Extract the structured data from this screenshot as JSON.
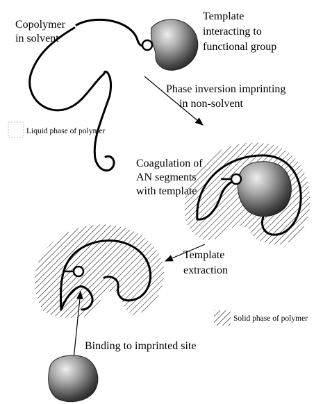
{
  "labels": {
    "copolymer_line1": "Copolymer",
    "copolymer_line2": "in solvent",
    "template_line1": "Template",
    "template_line2": "interacting to",
    "template_line3": "functional group",
    "phase_inversion_line1": "Phase inversion imprinting",
    "phase_inversion_line2": "in non-solvent",
    "coagulation_line1": "Coagulation of",
    "coagulation_line2": "AN segments",
    "coagulation_line3": "with template",
    "template_extraction_line1": "Template",
    "template_extraction_line2": "extraction",
    "binding": "Binding to imprinted site"
  },
  "legend": {
    "liquid": "Liquid phase of polymer",
    "solid": "Solid phase of polymer"
  }
}
